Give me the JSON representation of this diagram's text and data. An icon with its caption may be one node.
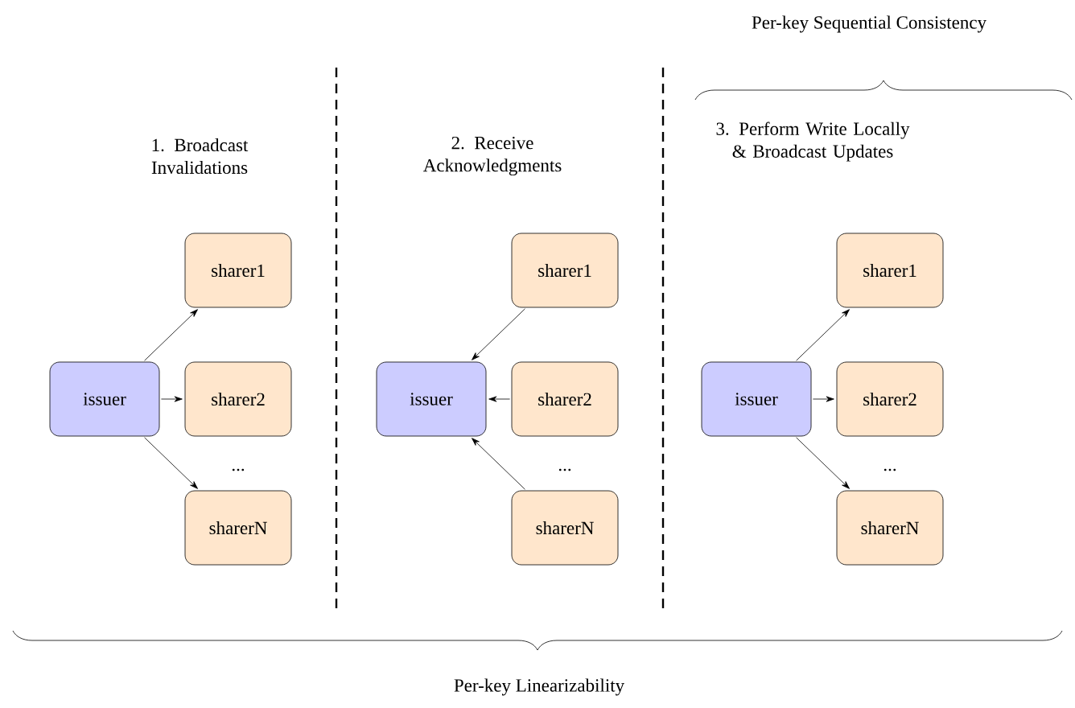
{
  "diagram": {
    "nodes": [
      {
        "text": [
          "issuer"
        ]
      },
      {
        "text": [
          "sharer1"
        ]
      },
      {
        "text": [
          "sharer2"
        ]
      },
      {
        "text": [
          "sharerN"
        ]
      },
      {
        "text": [
          "issuer"
        ]
      },
      {
        "text": [
          "sharer1"
        ]
      },
      {
        "text": [
          "sharer2"
        ]
      },
      {
        "text": [
          "sharerN"
        ]
      },
      {
        "text": [
          "issuer"
        ]
      },
      {
        "text": [
          "sharer1"
        ]
      },
      {
        "text": [
          "sharer2"
        ]
      },
      {
        "text": [
          "sharerN"
        ]
      }
    ],
    "edges": [
      {
        "from": 0,
        "to": 1,
        "arrow": "to"
      },
      {
        "from": 0,
        "to": 2,
        "arrow": "to"
      },
      {
        "from": 0,
        "to": 3,
        "arrow": "to"
      },
      {
        "from": 5,
        "to": 4,
        "arrow": "to"
      },
      {
        "from": 6,
        "to": 4,
        "arrow": "to"
      },
      {
        "from": 7,
        "to": 4,
        "arrow": "to"
      },
      {
        "from": 8,
        "to": 9,
        "arrow": "to"
      },
      {
        "from": 8,
        "to": 10,
        "arrow": "to"
      },
      {
        "from": 8,
        "to": 11,
        "arrow": "to"
      }
    ],
    "labels": [
      "Per-key Sequential Consistency",
      "1. Broadcast Invalidations",
      "2. Receive Acknowledgments",
      "3. Perform Write Locally & Broadcast Updates",
      "...",
      "...",
      "...",
      "Per-key Linearizability"
    ]
  }
}
